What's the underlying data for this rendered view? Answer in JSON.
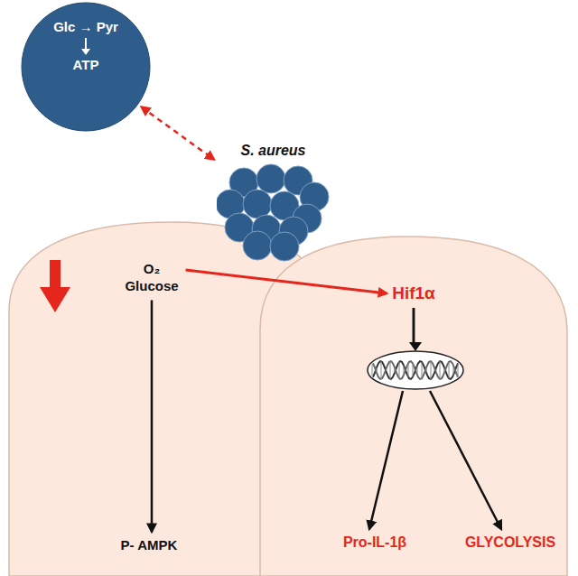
{
  "diagram": {
    "nodes": [
      {
        "text": [
          "Glc → Pyr",
          "ATP"
        ]
      },
      {
        "text": [
          "S. aureus"
        ]
      },
      {
        "text": [
          "O₂ Glucose"
        ]
      },
      {
        "text": [
          "Hif1α"
        ]
      },
      {
        "text": [
          "P- AMPK"
        ]
      },
      {
        "text": [
          "Pro-IL-1β"
        ]
      },
      {
        "text": [
          "GLYCOLYSIS"
        ]
      }
    ],
    "edges": [
      {
        "from": 0,
        "to": 1,
        "arrow": "both"
      },
      {
        "from": 2,
        "to": 3,
        "arrow": "to"
      },
      {
        "from": 2,
        "to": 4,
        "arrow": "to"
      },
      {
        "from": 3,
        "to": 5,
        "arrow": "to"
      },
      {
        "from": 3,
        "to": 6,
        "arrow": "to"
      }
    ]
  }
}
